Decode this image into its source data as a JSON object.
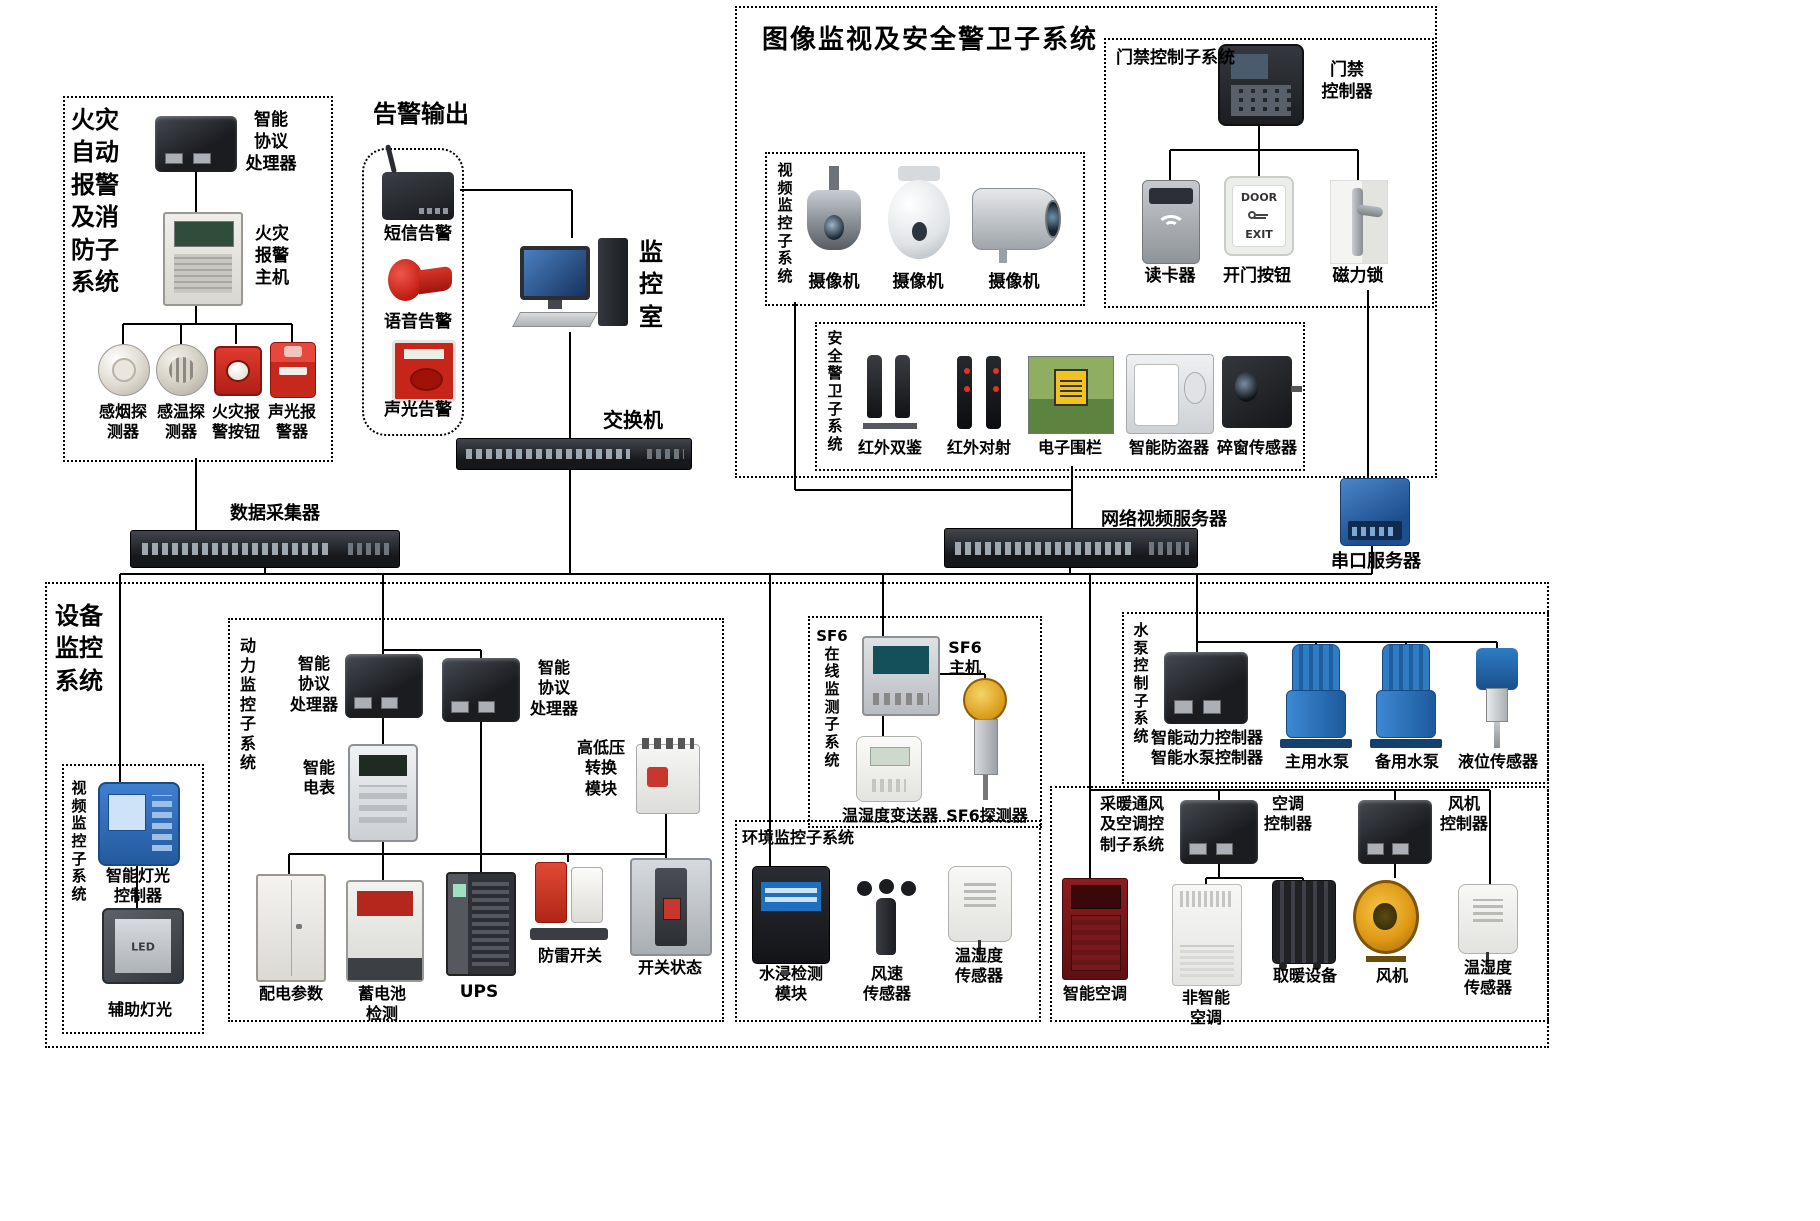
{
  "fire": {
    "title": "火灾\n自动\n报警\n及消\n防子\n系统",
    "processor": "智能\n协议\n处理器",
    "host": "火灾\n报警\n主机",
    "smoke": "感烟探\n测器",
    "heat": "感温探\n测器",
    "button": "火灾报\n警按钮",
    "strobe": "声光报\n警器"
  },
  "alarm_out": {
    "title": "告警输出",
    "sms": "短信告警",
    "voice": "语音告警",
    "soundlight": "声光告警"
  },
  "control_room": {
    "label": "监\n控\n室"
  },
  "core_switch": {
    "label": "交换机"
  },
  "collector": {
    "label": "数据采集器"
  },
  "surveillance": {
    "title": "图像监视及安全警卫子系统",
    "video": {
      "title": "视\n频\n监\n控\n子\n系\n统",
      "cam1": "摄像机",
      "cam2": "摄像机",
      "cam3": "摄像机"
    },
    "access": {
      "title": "门禁控制子系统",
      "controller": "门禁\n控制器",
      "reader": "读卡器",
      "door_button": "开门按钮",
      "door_text": "DOOR",
      "exit_text": "EXIT",
      "lock": "磁力锁"
    },
    "security": {
      "title": "安\n全\n警\n卫\n子\n系\n统",
      "ir_dual": "红外双鉴",
      "ir_beam": "红外对射",
      "fence": "电子围栏",
      "antitheft": "智能防盗器",
      "window": "碎窗传感器"
    }
  },
  "video_server": {
    "label": "网络视频服务器"
  },
  "serial_server": {
    "label": "串口服务器"
  },
  "equipment": {
    "title": "设备\n监控\n系统",
    "video_sub": {
      "title": "视\n频\n监\n控\n子\n系\n统",
      "light_controller": "智能灯光\n控制器",
      "aux_light": "辅助灯光",
      "led": "LED"
    },
    "power": {
      "title": "动\n力\n监\n控\n子\n系\n统",
      "proto1": "智能\n协议\n处理器",
      "proto2": "智能\n协议\n处理器",
      "meter": "智能\n电表",
      "hvlv": "高低压\n转换\n模块",
      "dist": "配电参数",
      "battery": "蓄电池\n检测",
      "ups": "UPS",
      "lightning": "防雷开关",
      "breaker": "开关状态"
    },
    "sf6": {
      "title": "SF6\n在\n线\n监\n测\n子\n系\n统",
      "host": "SF6\n主机",
      "transmitter": "温湿度变送器",
      "detector": "SF6探测器"
    },
    "env": {
      "title": "环境监控子系统",
      "water": "水浸检测\n模块",
      "wind": "风速\n传感器",
      "temp": "温湿度\n传感器"
    },
    "pump": {
      "title": "水\n泵\n控\n制\n子\n系\n统",
      "controller": "智能动力控制器\n智能水泵控制器",
      "main_pump": "主用水泵",
      "backup_pump": "备用水泵",
      "level": "液位传感器"
    },
    "hvac": {
      "title": "采暖通风\n及空调控\n制子系统",
      "ac_ctrl": "空调\n控制器",
      "fan_ctrl": "风机\n控制器",
      "smart_ac": "智能空调",
      "normal_ac": "非智能\n空调",
      "heater": "取暖设备",
      "fan": "风机",
      "temp": "温湿度\n传感器"
    }
  }
}
